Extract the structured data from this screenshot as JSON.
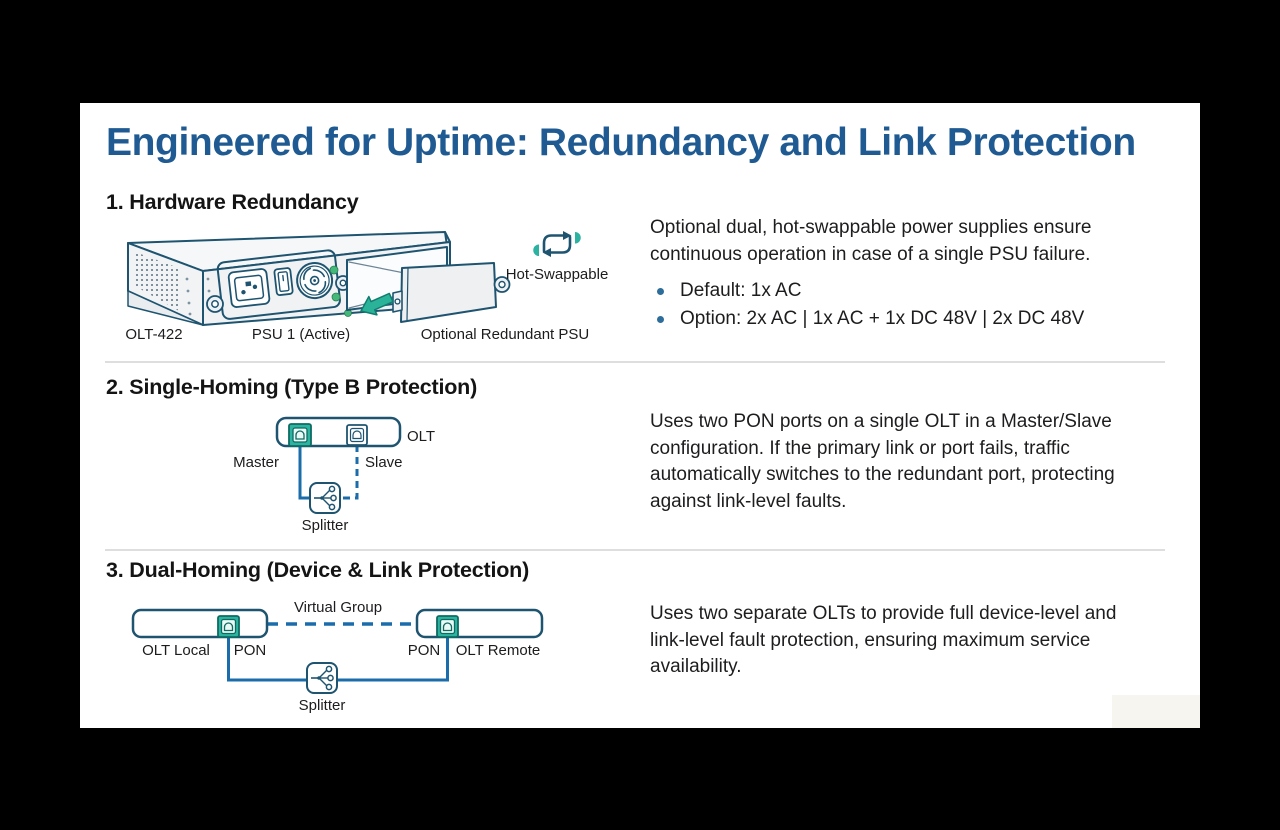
{
  "slide": {
    "title": "Engineered for Uptime: Redundancy and Link Protection"
  },
  "section1": {
    "heading": "1. Hardware Redundancy",
    "paragraph": "Optional dual, hot-swappable power supplies ensure continuous operation in case of a single PSU failure.",
    "bullets": [
      "Default: 1x AC",
      "Option: 2x AC | 1x AC + 1x DC 48V | 2x DC 48V"
    ],
    "diagram": {
      "device": "OLT-422",
      "psu": "PSU 1 (Active)",
      "optional_psu": "Optional Redundant PSU",
      "hot_swappable": "Hot-Swappable"
    }
  },
  "section2": {
    "heading": "2. Single-Homing (Type B Protection)",
    "paragraph": "Uses two PON ports on a single OLT in a Master/Slave configuration. If the primary link or port fails, traffic automatically switches to the redundant port, protecting against link-level faults.",
    "diagram": {
      "device": "OLT",
      "master": "Master",
      "slave": "Slave",
      "splitter": "Splitter"
    }
  },
  "section3": {
    "heading": "3. Dual-Homing (Device & Link Protection)",
    "paragraph": "Uses two separate OLTs to provide full device-level and link-level fault protection, ensuring maximum service availability.",
    "diagram": {
      "virtual_group": "Virtual Group",
      "left_device": "OLT Local",
      "left_port": "PON",
      "right_port": "PON",
      "right_device": "OLT Remote",
      "splitter": "Splitter"
    }
  },
  "colors": {
    "title_blue": "#1f5b92",
    "outline_navy": "#1e5470",
    "link_blue": "#1b6cab",
    "port_teal": "#2db4a1",
    "led_green": "#44b878",
    "arrow_teal": "#2bb39a",
    "bullet_blue": "#2d6d9a",
    "divider_gray": "#dedede"
  }
}
